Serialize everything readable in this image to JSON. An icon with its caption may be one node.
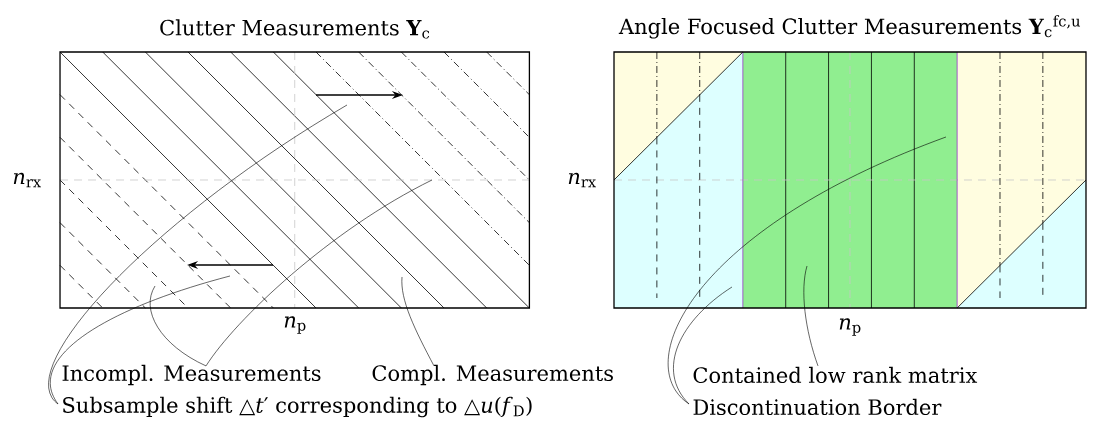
{
  "diagram": {
    "nodes": [
      {
        "text": [
          "Clutter Measurements **Y**$_{c}$"
        ],
        "beside": [
          "*n*$_{rx}$",
          "*n*$_{p}$"
        ]
      },
      {
        "text": [
          "Angle Focused Clutter Measurements **Y**$_{c}$$^{fc,u}$"
        ],
        "beside": [
          "*n*$_{rx}$",
          "*n*$_{p}$"
        ]
      },
      {
        "text": [
          "Incompl. Measurements"
        ]
      },
      {
        "text": [
          "Compl. Measurements"
        ]
      },
      {
        "text": [
          "Subsample shift △*t*′ corresponding to △*u*(*f*$_{D}$)"
        ]
      },
      {
        "text": [
          "Contained low rank matrix"
        ]
      },
      {
        "text": [
          "Discontinuation Border"
        ]
      }
    ],
    "edges": [
      {
        "from": 2,
        "to": 0,
        "arrow": "none"
      },
      {
        "from": 2,
        "to": 0,
        "arrow": "none"
      },
      {
        "from": 3,
        "to": 0,
        "arrow": "none"
      },
      {
        "from": 4,
        "to": 0,
        "arrow": "none"
      },
      {
        "from": 4,
        "to": 0,
        "arrow": "none"
      },
      {
        "from": 5,
        "to": 1,
        "arrow": "none"
      },
      {
        "from": 6,
        "to": 1,
        "arrow": "none"
      },
      {
        "from": 6,
        "to": 1,
        "arrow": "none"
      }
    ]
  }
}
